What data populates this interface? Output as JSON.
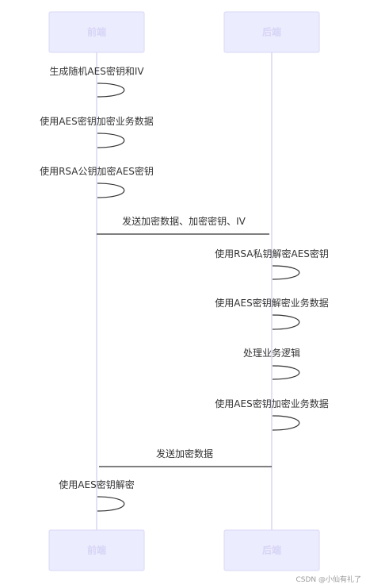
{
  "actors": {
    "frontend": "前端",
    "backend": "后端"
  },
  "messages": [
    {
      "text": "生成随机AES密钥和IV",
      "from": "frontend",
      "to": "frontend"
    },
    {
      "text": "使用AES密钥加密业务数据",
      "from": "frontend",
      "to": "frontend"
    },
    {
      "text": "使用RSA公钥加密AES密钥",
      "from": "frontend",
      "to": "frontend"
    },
    {
      "text": "发送加密数据、加密密钥、IV",
      "from": "frontend",
      "to": "backend"
    },
    {
      "text": "使用RSA私钥解密AES密钥",
      "from": "backend",
      "to": "backend"
    },
    {
      "text": "使用AES密钥解密业务数据",
      "from": "backend",
      "to": "backend"
    },
    {
      "text": "处理业务逻辑",
      "from": "backend",
      "to": "backend"
    },
    {
      "text": "使用AES密钥加密业务数据",
      "from": "backend",
      "to": "backend"
    },
    {
      "text": "发送加密数据",
      "from": "backend",
      "to": "frontend"
    },
    {
      "text": "使用AES密钥解密",
      "from": "frontend",
      "to": "frontend"
    }
  ],
  "watermark": "CSDN @小仙有礼了",
  "colors": {
    "actor_fill": "#ececff",
    "actor_stroke": "#d9d7f5",
    "lifeline": "#d8d6f2",
    "text": "#333333"
  }
}
